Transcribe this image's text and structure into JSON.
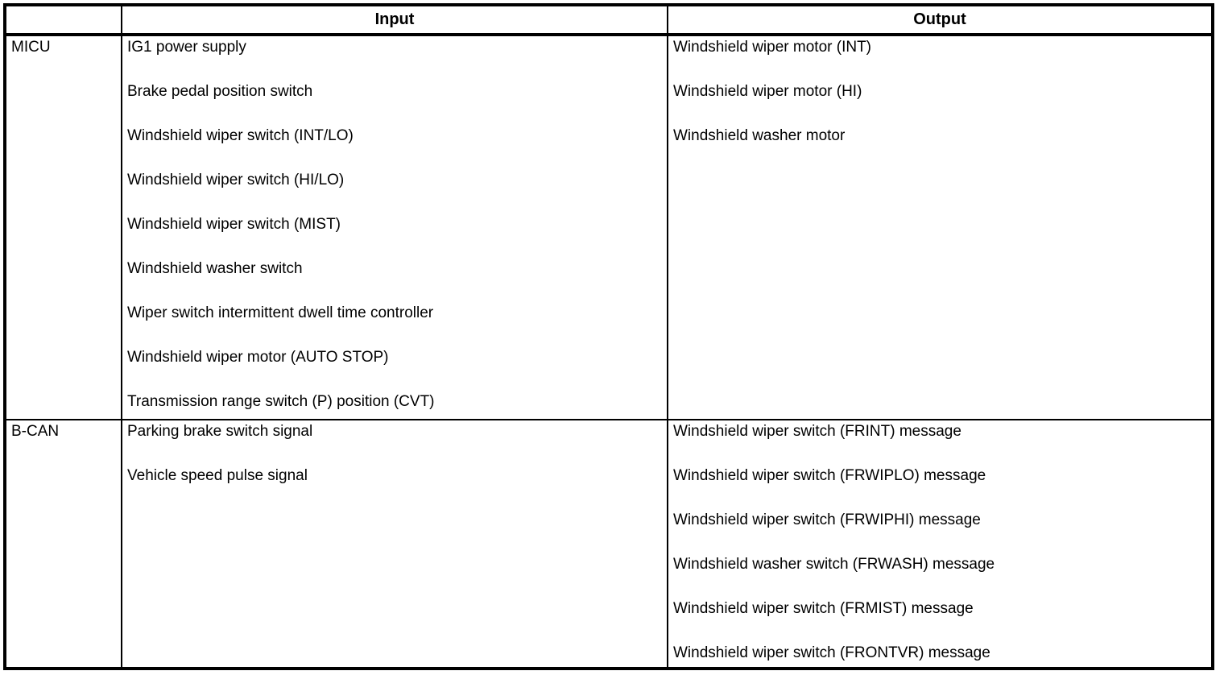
{
  "table": {
    "colors": {
      "border": "#000000",
      "background": "#ffffff",
      "text": "#000000"
    },
    "header": {
      "source": "",
      "input": "Input",
      "output": "Output"
    },
    "rows": [
      {
        "source": "MICU",
        "inputs": [
          "IG1 power supply",
          "Brake pedal position switch",
          "Windshield wiper switch (INT/LO)",
          "Windshield wiper switch (HI/LO)",
          "Windshield wiper switch (MIST)",
          "Windshield washer switch",
          "Wiper switch intermittent dwell time controller",
          "Windshield wiper motor (AUTO STOP)",
          "Transmission range switch (P) position (CVT)"
        ],
        "outputs": [
          "Windshield wiper motor (INT)",
          "Windshield wiper motor (HI)",
          "Windshield washer motor"
        ]
      },
      {
        "source": "B-CAN",
        "inputs": [
          "Parking brake switch signal",
          "Vehicle speed pulse signal"
        ],
        "outputs": [
          "Windshield wiper switch (FRINT) message",
          "Windshield wiper switch (FRWIPLO) message",
          "Windshield wiper switch (FRWIPHI) message",
          "Windshield washer switch (FRWASH) message",
          "Windshield wiper switch (FRMIST) message",
          "Windshield wiper switch (FRONTVR) message"
        ]
      }
    ]
  }
}
